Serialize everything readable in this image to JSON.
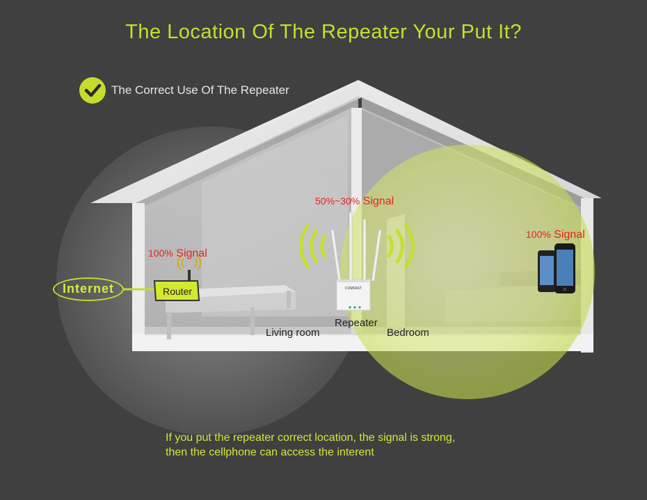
{
  "title": "The Location Of The Repeater Your Put It?",
  "correct_use_label": "The Correct Use Of The Repeater",
  "internet_label": "Internet",
  "router_label": "Router",
  "repeater_label": "Repeater",
  "rooms": {
    "living_room": "Living room",
    "bedroom": "Bedroom"
  },
  "signals": {
    "router": {
      "percent": "100%",
      "word": "Signal"
    },
    "repeater": {
      "percent": "50%~30%",
      "word": "Signal"
    },
    "phones": {
      "percent": "100%",
      "word": "Signal"
    }
  },
  "footer": {
    "line1": "If you put the repeater correct location, the signal is strong,",
    "line2": "then the cellphone can access the interent"
  },
  "repeater_brand": "COMFAST",
  "colors": {
    "background": "#404040",
    "accent": "#c8de2e",
    "signal_red": "#e8201e",
    "router_yellow": "#d4e830"
  },
  "icons": [
    "check-icon",
    "wifi-waves-icon",
    "router-icon",
    "repeater-icon",
    "smartphone-icon"
  ]
}
